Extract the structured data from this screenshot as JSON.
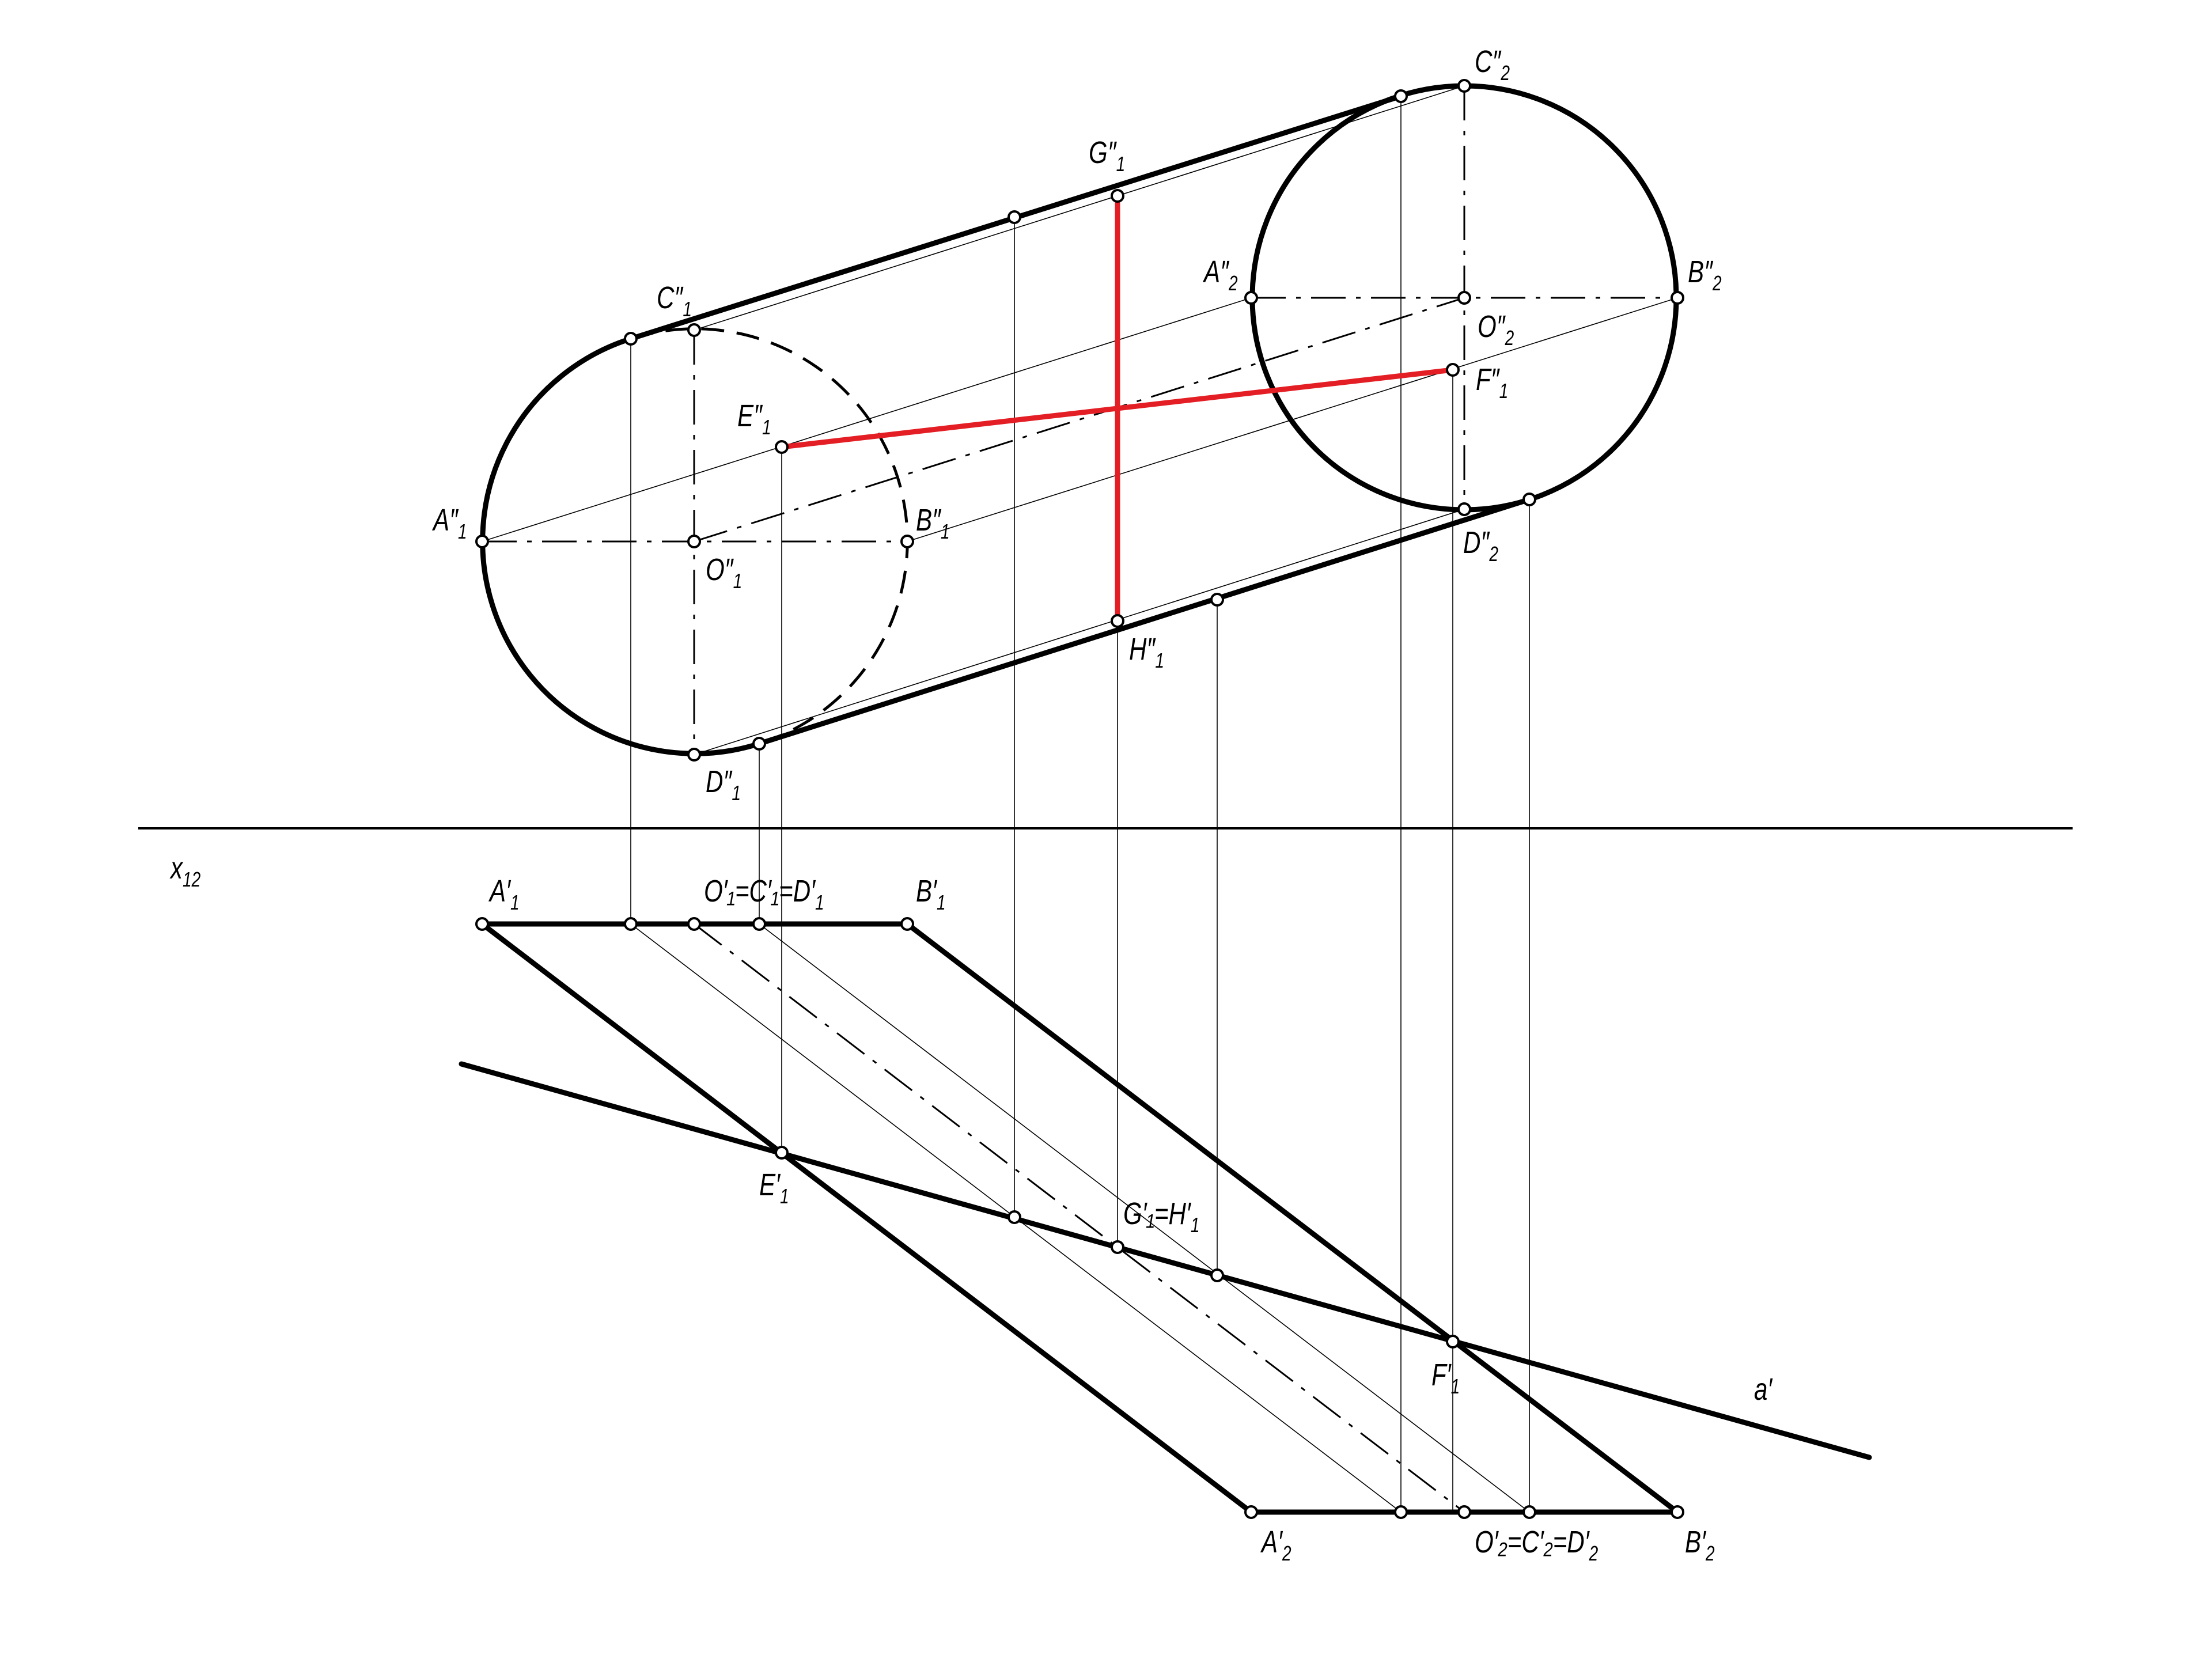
{
  "title": "Intersection of a line with an oblique cylinder (two-view projection)",
  "colors": {
    "line": "#000000",
    "highlight": "#e31e24",
    "background": "#ffffff"
  },
  "axis": {
    "label": "x",
    "sub": "12"
  },
  "front_view": {
    "labels": [
      {
        "id": "A1pp",
        "text": "A″",
        "sub": "1"
      },
      {
        "id": "B1pp",
        "text": "B″",
        "sub": "1"
      },
      {
        "id": "C1pp",
        "text": "C″",
        "sub": "1"
      },
      {
        "id": "D1pp",
        "text": "D″",
        "sub": "1"
      },
      {
        "id": "O1pp",
        "text": "O″",
        "sub": "1"
      },
      {
        "id": "E1pp",
        "text": "E″",
        "sub": "1"
      },
      {
        "id": "F1pp",
        "text": "F″",
        "sub": "1"
      },
      {
        "id": "G1pp",
        "text": "G″",
        "sub": "1"
      },
      {
        "id": "H1pp",
        "text": "H″",
        "sub": "1"
      },
      {
        "id": "A2pp",
        "text": "A″",
        "sub": "2"
      },
      {
        "id": "B2pp",
        "text": "B″",
        "sub": "2"
      },
      {
        "id": "C2pp",
        "text": "C″",
        "sub": "2"
      },
      {
        "id": "D2pp",
        "text": "D″",
        "sub": "2"
      },
      {
        "id": "O2pp",
        "text": "O″",
        "sub": "2"
      }
    ]
  },
  "top_view": {
    "labels": [
      {
        "id": "A1p",
        "text": "A′",
        "sub": "1"
      },
      {
        "id": "B1p",
        "text": "B′",
        "sub": "1"
      },
      {
        "id": "O1p",
        "text": "O′₁=C′₁=D′",
        "sub": "1"
      },
      {
        "id": "E1p",
        "text": "E′",
        "sub": "1"
      },
      {
        "id": "GH1p",
        "text": "G′₁=H′",
        "sub": "1"
      },
      {
        "id": "F1p",
        "text": "F′",
        "sub": "1"
      },
      {
        "id": "A2p",
        "text": "A′",
        "sub": "2"
      },
      {
        "id": "O2p",
        "text": "O′₂=C′₂=D′",
        "sub": "2"
      },
      {
        "id": "B2p",
        "text": "B′",
        "sub": "2"
      },
      {
        "id": "line_a",
        "text": "a′",
        "sub": ""
      }
    ]
  }
}
